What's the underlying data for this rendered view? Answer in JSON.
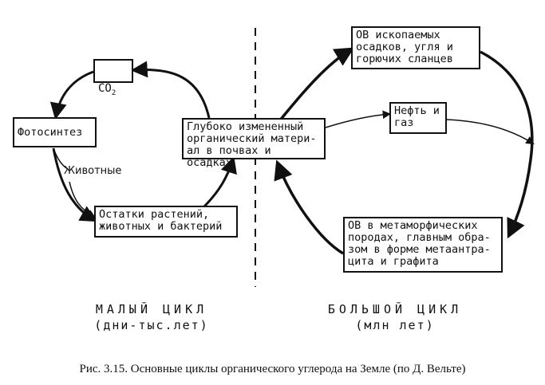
{
  "boxes": {
    "co2": {
      "main": "CO",
      "sub": "2"
    },
    "photosynthesis": "Фотосинтез",
    "remains": "Остатки растений,\nживотных и бактерий",
    "deep_organic": "Глубоко измененный\nорганический матери-\nал в почвах и осадках",
    "fossil_om": "ОВ ископаемых\nосадков, угля и\nгорючих сланцев",
    "oil_gas": "Нефть и\nгаз",
    "metamorphic_om": "ОВ в метаморфических\nпородах, главным обра-\nзом в форме метаантра-\nцита и графита"
  },
  "animals_label": "Животные",
  "small_cycle": {
    "title": "МАЛЫЙ ЦИКЛ",
    "period": "(дни-тыс.лет)"
  },
  "big_cycle": {
    "title": "БОЛЬШОЙ ЦИКЛ",
    "period": "(млн лет)"
  },
  "caption": "Рис. 3.15. Основные циклы органического углерода на Земле (по Д. Вельте)"
}
